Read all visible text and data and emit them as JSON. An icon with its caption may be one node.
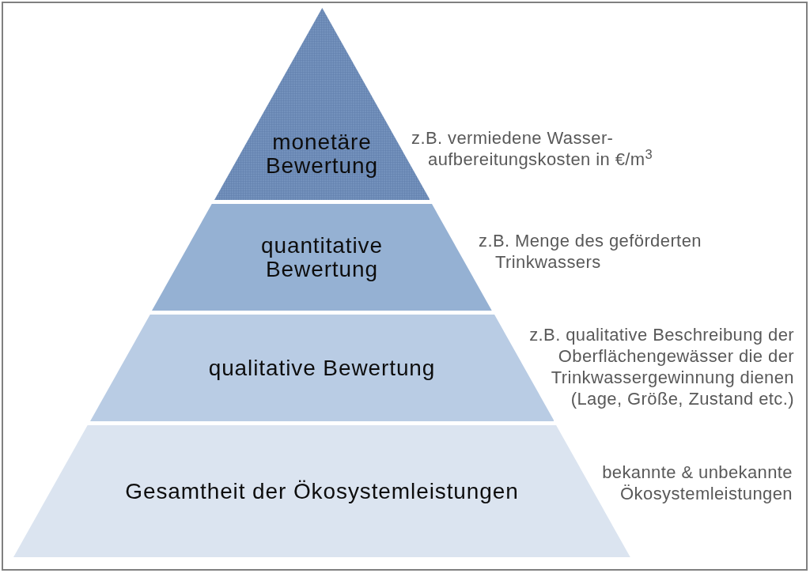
{
  "diagram": {
    "nodes": [
      {
        "text": [
          "monetäre Bewertung"
        ],
        "beside": [
          "z.B. vermiedene Wasser- aufbereitungskosten in €/m$^{3}$"
        ]
      },
      {
        "text": [
          "quantitative Bewertung"
        ],
        "beside": [
          "z.B. Menge des geförderten Trinkwassers"
        ]
      },
      {
        "text": [
          "qualitative Bewertung"
        ],
        "beside": [
          "z.B. qualitative Beschreibung der Oberflächengewässer die der Trinkwassergewinnung dienen (Lage, Größe, Zustand etc.)"
        ]
      },
      {
        "text": [
          "Gesamtheit der Ökosystemleistungen"
        ],
        "beside": [
          "bekannte & unbekannte Ökosystemleistungen"
        ]
      }
    ]
  }
}
